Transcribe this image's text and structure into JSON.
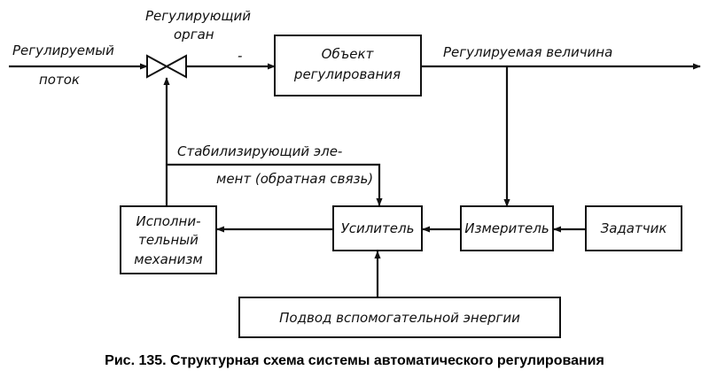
{
  "labels": {
    "regulated_flow_line1": "Регулируемый",
    "regulated_flow_line2": "поток",
    "regulating_organ_line1": "Регулирующий",
    "regulating_organ_line2": "орган",
    "minus_sign": "-",
    "regulated_value": "Регулируемая величина",
    "stabilizer_line1": "Стабилизирующий эле-",
    "stabilizer_line2": "мент (обратная связь)"
  },
  "blocks": {
    "object_line1": "Объект",
    "object_line2": "регулирования",
    "actuator_line1": "Исполни-",
    "actuator_line2": "тельный",
    "actuator_line3": "механизм",
    "amplifier": "Усилитель",
    "meter": "Измеритель",
    "setpoint": "Задатчик",
    "aux_energy": "Подвод вспомогательной энергии"
  },
  "caption": "Рис. 135. Структурная схема системы автоматического регулирования"
}
